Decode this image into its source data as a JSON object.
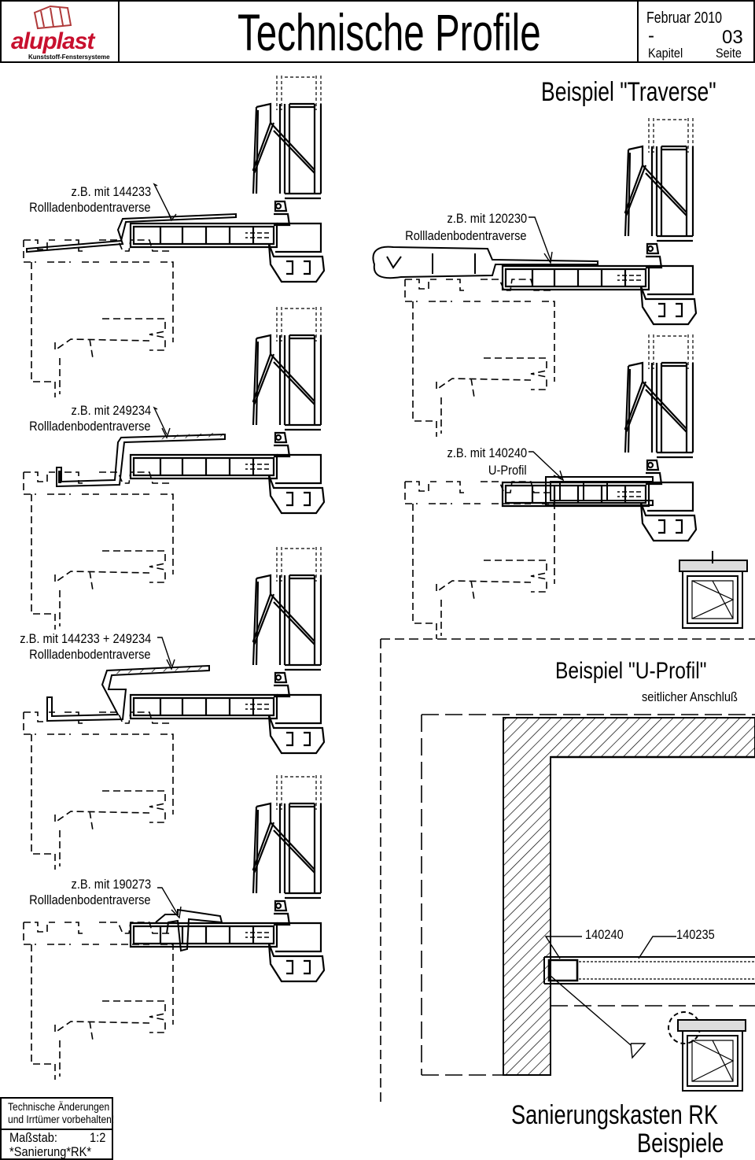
{
  "header": {
    "logo_text": "aluplast",
    "logo_subtitle": "Kunststoff-Fenstersysteme",
    "title": "Technische Profile",
    "date": "Februar 2010",
    "chapter_value": "-",
    "page_value": "03",
    "chapter_label": "Kapitel",
    "page_label": "Seite"
  },
  "section_traverse": {
    "title": "Beispiel \"Traverse\""
  },
  "callouts": [
    {
      "line1": "z.B. mit 144233",
      "line2": "Rollladenbodentraverse"
    },
    {
      "line1": "z.B. mit 120230",
      "line2": "Rollladenbodentraverse"
    },
    {
      "line1": "z.B. mit 249234",
      "line2": "Rollladenbodentraverse"
    },
    {
      "line1": "z.B. mit 140240",
      "line2": "U-Profil"
    },
    {
      "line1": "z.B. mit 144233 + 249234",
      "line2": "Rollladenbodentraverse"
    },
    {
      "line1": "z.B. mit 190273",
      "line2": "Rollladenbodentraverse"
    }
  ],
  "section_uprofil": {
    "title": "Beispiel \"U-Profil\"",
    "subtitle": "seitlicher Anschluß",
    "label_a": "140240",
    "label_b": "140235"
  },
  "footer": {
    "note_line1": "Technische Änderungen",
    "note_line2": "und Irrtümer vorbehalten!",
    "scale_label": "Maßstab:",
    "scale_value": "1:2",
    "code": "*Sanierung*RK*",
    "title_line1": "Sanierungskasten RK",
    "title_line2": "Beispiele"
  }
}
